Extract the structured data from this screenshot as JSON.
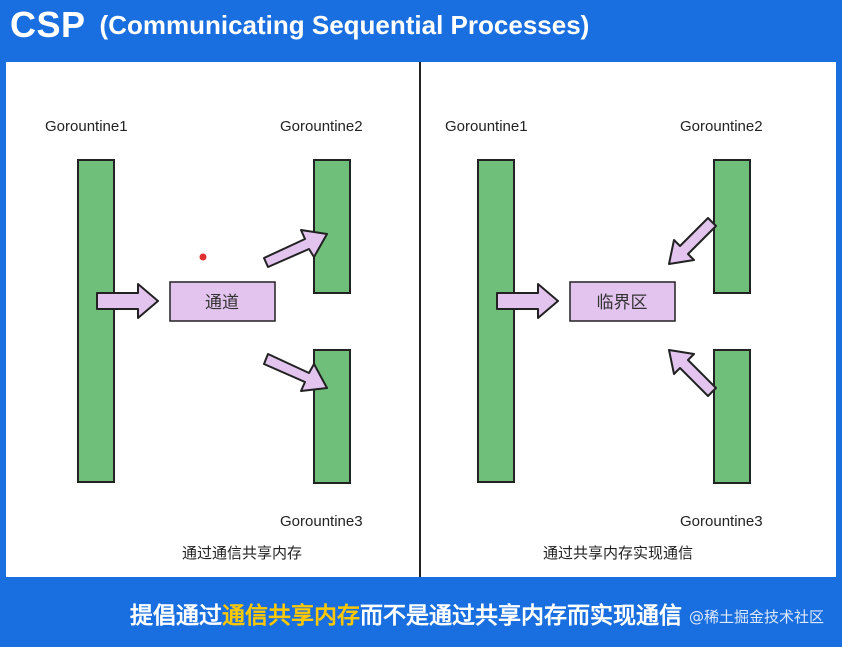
{
  "title": {
    "main": "CSP",
    "sub": "(Communicating Sequential Processes)"
  },
  "left_panel": {
    "goroutine1": "Gorountine1",
    "goroutine2": "Gorountine2",
    "goroutine3": "Gorountine3",
    "box_label": "通道",
    "caption": "通过通信共享内存"
  },
  "right_panel": {
    "goroutine1": "Gorountine1",
    "goroutine2": "Gorountine2",
    "goroutine3": "Gorountine3",
    "box_label": "临界区",
    "caption": "通过共享内存实现通信"
  },
  "banner": {
    "prefix": "提倡通过",
    "highlight": "通信共享内存",
    "suffix": "而不是通过共享内存而实现通信"
  },
  "watermark": "@稀土掘金技术社区",
  "colors": {
    "background": "#1a6fe0",
    "goroutine_fill": "#6fbf7a",
    "box_fill": "#e2c4ee",
    "arrow_fill": "#e2c4ee",
    "highlight": "#ffc800",
    "marker": "#e03030"
  }
}
